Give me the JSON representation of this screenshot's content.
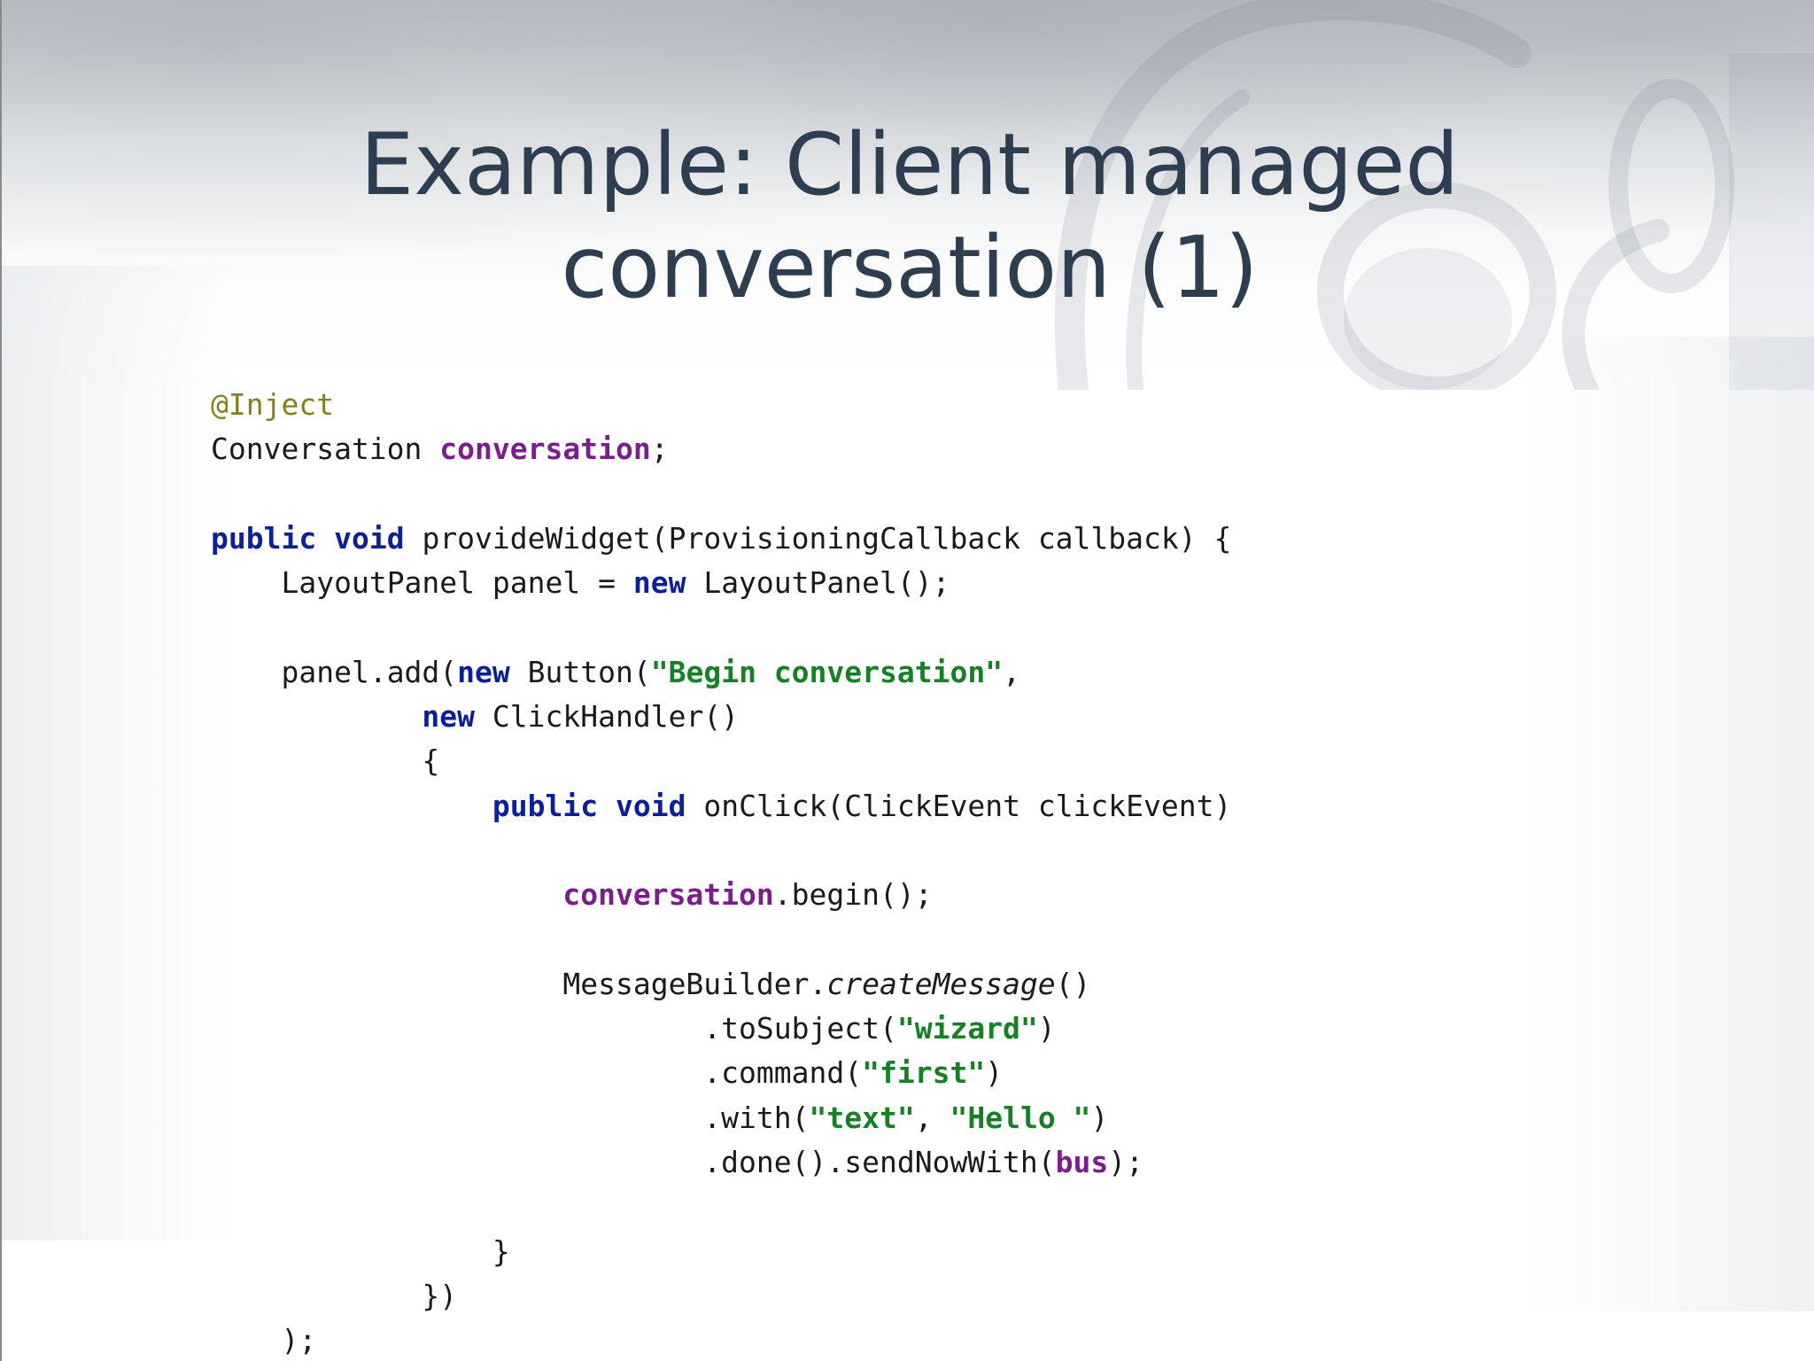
{
  "slide": {
    "title_line1": "Example: Client managed",
    "title_line2": "conversation (1)"
  },
  "code": {
    "language": "java",
    "lines": [
      {
        "indent": 0,
        "tokens": [
          {
            "t": "@Inject",
            "c": "annotation"
          }
        ]
      },
      {
        "indent": 0,
        "tokens": [
          {
            "t": "Conversation ",
            "c": "plain"
          },
          {
            "t": "conversation",
            "c": "field"
          },
          {
            "t": ";",
            "c": "plain"
          }
        ]
      },
      {
        "indent": 0,
        "tokens": []
      },
      {
        "indent": 0,
        "tokens": [
          {
            "t": "public",
            "c": "keyword"
          },
          {
            "t": " ",
            "c": "plain"
          },
          {
            "t": "void",
            "c": "keyword"
          },
          {
            "t": " provideWidget(ProvisioningCallback callback) {",
            "c": "plain"
          }
        ]
      },
      {
        "indent": 4,
        "tokens": [
          {
            "t": "LayoutPanel panel = ",
            "c": "plain"
          },
          {
            "t": "new",
            "c": "keyword"
          },
          {
            "t": " LayoutPanel();",
            "c": "plain"
          }
        ]
      },
      {
        "indent": 0,
        "tokens": []
      },
      {
        "indent": 4,
        "tokens": [
          {
            "t": "panel.add(",
            "c": "plain"
          },
          {
            "t": "new",
            "c": "keyword"
          },
          {
            "t": " Button(",
            "c": "plain"
          },
          {
            "t": "\"Begin conversation\"",
            "c": "string"
          },
          {
            "t": ",",
            "c": "plain"
          }
        ]
      },
      {
        "indent": 12,
        "tokens": [
          {
            "t": "new",
            "c": "keyword"
          },
          {
            "t": " ClickHandler()",
            "c": "plain"
          }
        ]
      },
      {
        "indent": 12,
        "tokens": [
          {
            "t": "{",
            "c": "plain"
          }
        ]
      },
      {
        "indent": 16,
        "tokens": [
          {
            "t": "public",
            "c": "keyword"
          },
          {
            "t": " ",
            "c": "plain"
          },
          {
            "t": "void",
            "c": "keyword"
          },
          {
            "t": " onClick(ClickEvent clickEvent)",
            "c": "plain"
          }
        ]
      },
      {
        "indent": 0,
        "tokens": []
      },
      {
        "indent": 20,
        "tokens": [
          {
            "t": "conversation",
            "c": "field"
          },
          {
            "t": ".begin();",
            "c": "plain"
          }
        ]
      },
      {
        "indent": 0,
        "tokens": []
      },
      {
        "indent": 20,
        "tokens": [
          {
            "t": "MessageBuilder.",
            "c": "plain"
          },
          {
            "t": "createMessage",
            "c": "italic"
          },
          {
            "t": "()",
            "c": "plain"
          }
        ]
      },
      {
        "indent": 28,
        "tokens": [
          {
            "t": ".toSubject(",
            "c": "plain"
          },
          {
            "t": "\"wizard\"",
            "c": "string"
          },
          {
            "t": ")",
            "c": "plain"
          }
        ]
      },
      {
        "indent": 28,
        "tokens": [
          {
            "t": ".command(",
            "c": "plain"
          },
          {
            "t": "\"first\"",
            "c": "string"
          },
          {
            "t": ")",
            "c": "plain"
          }
        ]
      },
      {
        "indent": 28,
        "tokens": [
          {
            "t": ".with(",
            "c": "plain"
          },
          {
            "t": "\"text\"",
            "c": "string"
          },
          {
            "t": ", ",
            "c": "plain"
          },
          {
            "t": "\"Hello \"",
            "c": "string"
          },
          {
            "t": ")",
            "c": "plain"
          }
        ]
      },
      {
        "indent": 28,
        "tokens": [
          {
            "t": ".done().sendNowWith(",
            "c": "plain"
          },
          {
            "t": "bus",
            "c": "field"
          },
          {
            "t": ");",
            "c": "plain"
          }
        ]
      },
      {
        "indent": 0,
        "tokens": []
      },
      {
        "indent": 16,
        "tokens": [
          {
            "t": "}",
            "c": "plain"
          }
        ]
      },
      {
        "indent": 12,
        "tokens": [
          {
            "t": "})",
            "c": "plain"
          }
        ]
      },
      {
        "indent": 4,
        "tokens": [
          {
            "t": ");",
            "c": "plain"
          }
        ]
      }
    ]
  },
  "colors": {
    "title": "#2c3e50",
    "annotation": "#808020",
    "keyword": "#0b1f99",
    "field": "#7b1d8c",
    "string": "#168024",
    "plain": "#1a1a1a"
  }
}
